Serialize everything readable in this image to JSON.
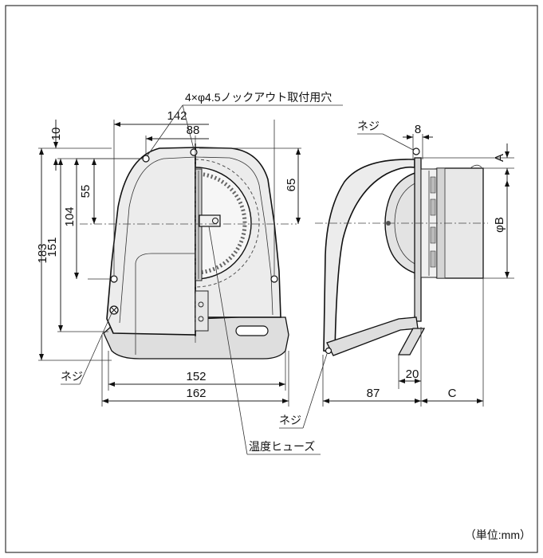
{
  "unit_note": "（単位:mm）",
  "callouts": {
    "knockout_holes": "4×φ4.5ノックアウト取付用穴",
    "screw_top_right": "ネジ",
    "screw_left": "ネジ",
    "screw_bottom": "ネジ",
    "temperature_fuse": "温度ヒューズ"
  },
  "dimensions": {
    "w142": "142",
    "w88": "88",
    "w152": "152",
    "w162": "162",
    "h10": "10",
    "h55": "55",
    "h104": "104",
    "h151": "151",
    "h183": "183",
    "h65": "65",
    "s8": "8",
    "sA": "A",
    "sB": "φB",
    "s20": "20",
    "s87": "87",
    "sC": "C"
  }
}
